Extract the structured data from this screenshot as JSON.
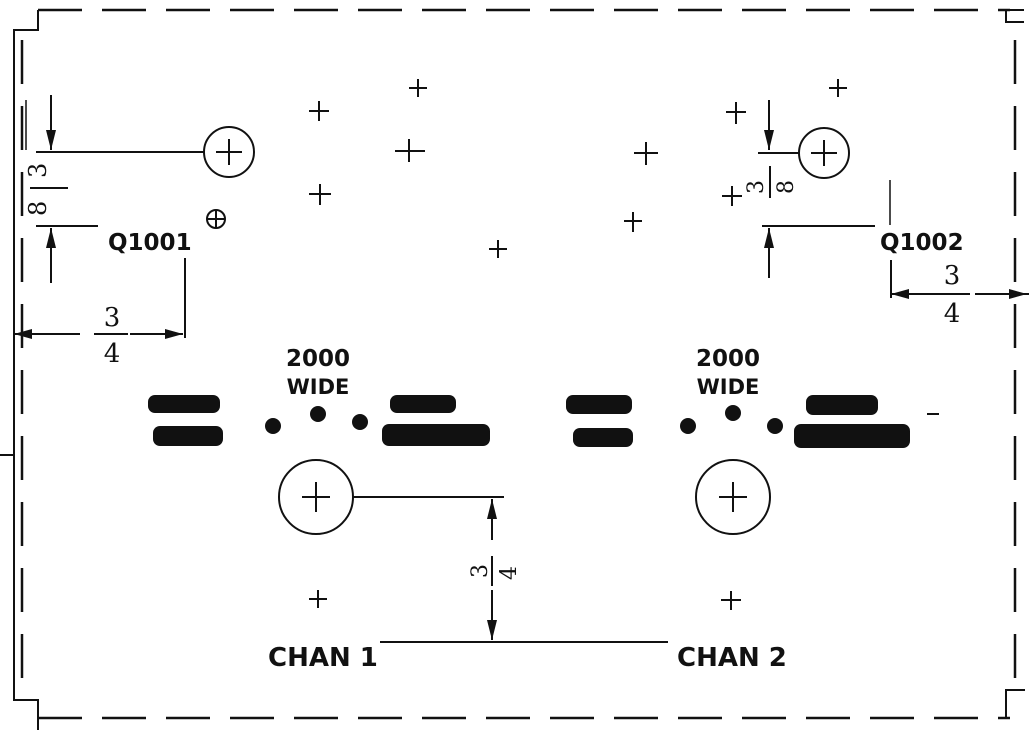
{
  "labels": {
    "q1001": "Q1001",
    "q1002": "Q1002",
    "chan1": "CHAN 1",
    "chan2": "CHAN 2",
    "wide_left_num": "2000",
    "wide_left_txt": "WIDE",
    "wide_right_num": "2000",
    "wide_right_txt": "WIDE"
  },
  "dimensions": {
    "left_horizontal": {
      "num": "3",
      "den": "4"
    },
    "right_horizontal": {
      "num": "3",
      "den": "4"
    },
    "left_vertical": {
      "num": "3",
      "den": "8"
    },
    "right_vertical": {
      "num": "3",
      "den": "8"
    },
    "center_vertical": {
      "num": "3",
      "den": "4"
    }
  },
  "colors": {
    "ink": "#111111",
    "paper": "#ffffff"
  }
}
